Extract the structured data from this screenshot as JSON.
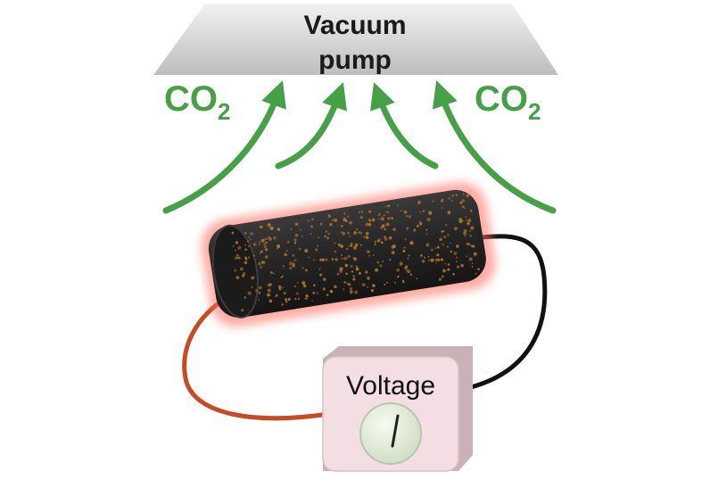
{
  "vacuum_pump": {
    "line1": "Vacuum",
    "line2": "pump"
  },
  "gas_labels": [
    {
      "main": "CO",
      "subscript": "2"
    },
    {
      "main": "CO",
      "subscript": "2"
    }
  ],
  "power_supply": {
    "label": "Voltage"
  },
  "colors": {
    "arrow_green": "#46a046",
    "pump_gray": "#c9c9c9",
    "cylinder_dark": "#2a2a2a",
    "particles": "#b8762a",
    "heat_glow": "#ff6a5a",
    "wire_red": "#c84a22",
    "wire_black": "#111111",
    "box_pink": "#f3dfe3",
    "knob_green": "#e6f0d8"
  }
}
